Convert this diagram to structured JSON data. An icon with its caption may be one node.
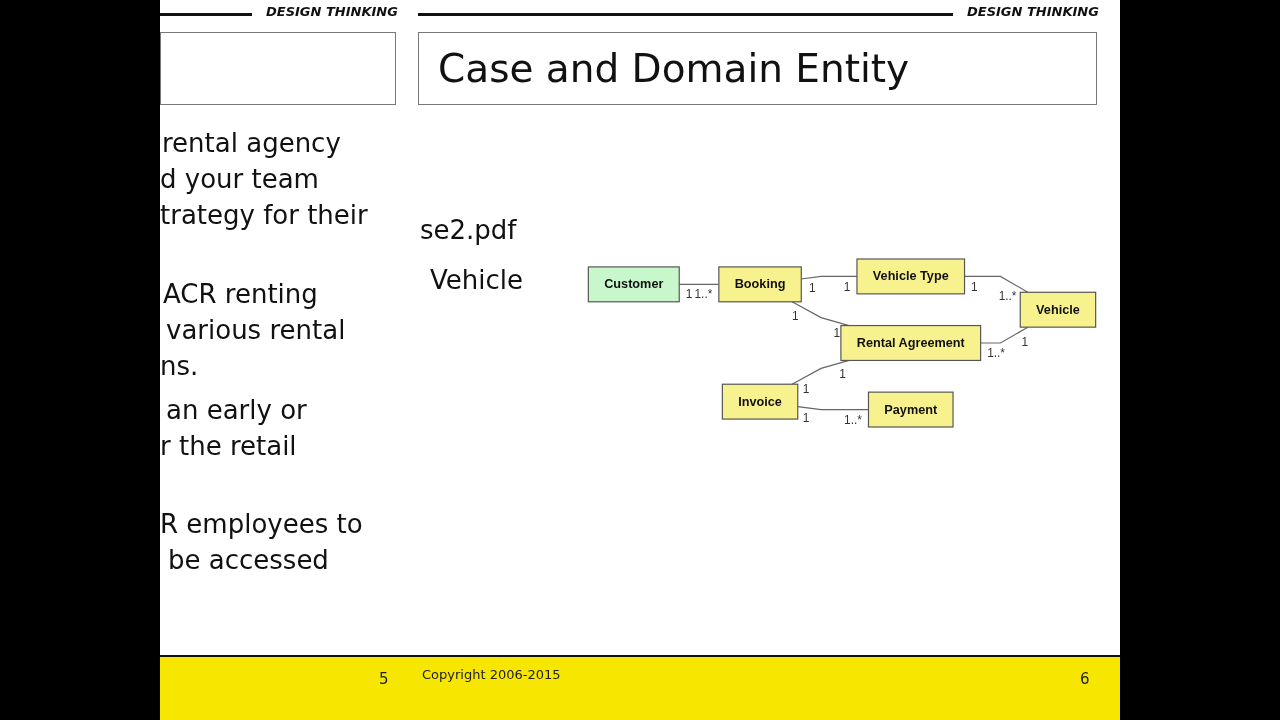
{
  "diagram": {
    "title": "Case and Domain Entity",
    "nodes": [
      {
        "text": [
          "Customer"
        ]
      },
      {
        "text": [
          "Booking"
        ]
      },
      {
        "text": [
          "Vehicle Type"
        ]
      },
      {
        "text": [
          "Invoice"
        ]
      },
      {
        "text": [
          "Rental Agreement"
        ]
      },
      {
        "text": [
          "Vehicle"
        ]
      },
      {
        "text": [
          "Payment"
        ]
      }
    ],
    "edges": [
      {
        "from": 0,
        "to": 1,
        "arrow": "none"
      },
      {
        "from": 1,
        "to": 2,
        "arrow": "none"
      },
      {
        "from": 1,
        "to": 4,
        "arrow": "none"
      },
      {
        "from": 2,
        "to": 5,
        "arrow": "none"
      },
      {
        "from": 3,
        "to": 4,
        "arrow": "none"
      },
      {
        "from": 4,
        "to": 5,
        "arrow": "none"
      },
      {
        "from": 3,
        "to": 6,
        "arrow": "none"
      }
    ],
    "labels": [
      "DESIGN THINKING",
      "DESIGN THINKING",
      "rental agency",
      "d your team",
      "trategy for their",
      "ACR renting",
      "various rental",
      "ns.",
      "an early or",
      "r the retail",
      "R employees to",
      "be accessed",
      "se2.pdf",
      "Vehicle",
      "1",
      "1..*",
      "1",
      "1",
      "1",
      "1",
      "1",
      "1..*",
      "1",
      "1",
      "1..*",
      "1",
      "1",
      "1..*",
      "5",
      "Copyright 2006-2015",
      "6"
    ]
  }
}
